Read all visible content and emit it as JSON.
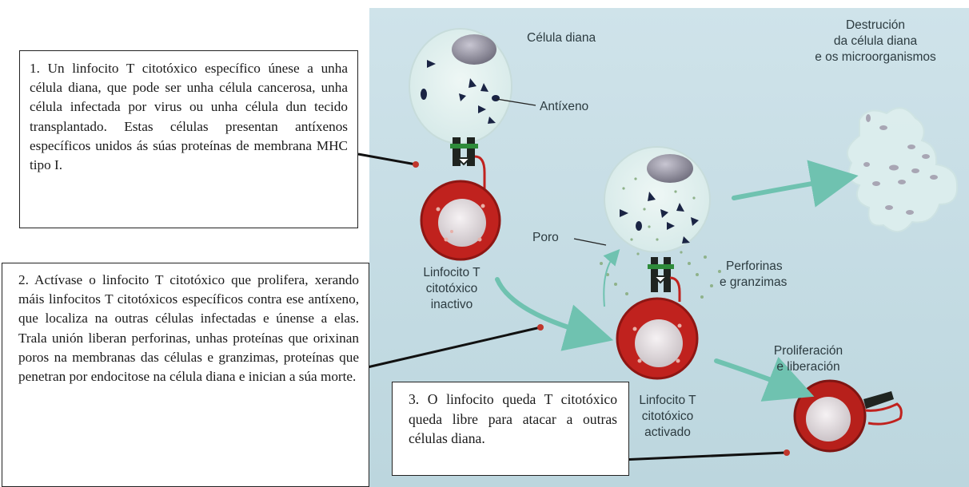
{
  "colors": {
    "photo_background": "#c4dbe2",
    "target_cell_fill": "#e4f1f0",
    "nucleus": "#9a98a6",
    "antigen": "#1a2444",
    "lymphocyte_red": "#c0221e",
    "lymphocyte_core": "#e6e0e3",
    "arrow_teal": "#6fc2b0",
    "receptor_green": "#2e8b3a",
    "connector_line": "#111111",
    "connector_dot": "#c0362c"
  },
  "boxes": {
    "step1": "1. Un linfocito T citotóxico específico únese a unha célula diana, que pode ser unha célula cancerosa, unha célula infectada por virus ou unha célula dun tecido transplantado. Estas células presentan antíxenos específicos unidos ás súas proteínas de membrana MHC tipo I.",
    "step2": "2. Actívase o linfocito T citotóxico que prolifera, xerando máis linfocitos T citotóxicos específicos contra ese antíxeno, que localiza na outras células infectadas e únense a elas. Trala unión liberan perforinas, unhas proteínas que orixinan poros na membranas das células e granzimas, proteínas que penetran por endocitose na célula diana e inician a súa morte.",
    "step3": "3. O linfocito queda T citotóxico queda libre para atacar a outras células diana."
  },
  "labels": {
    "target_cell": "Célula diana",
    "antigen": "Antíxeno",
    "destruction_line1": "Destrución",
    "destruction_line2": "da célula diana",
    "destruction_line3": "e os microorganismos",
    "pore": "Poro",
    "inactive_line1": "Linfocito T",
    "inactive_line2": "citotóxico",
    "inactive_line3": "inactivo",
    "perforins_line1": "Perforinas",
    "perforins_line2": "e granzimas",
    "activated_line1": "Linfocito T",
    "activated_line2": "citotóxico",
    "activated_line3": "activado",
    "proliferation_line1": "Proliferación",
    "proliferation_line2": "e liberación"
  }
}
